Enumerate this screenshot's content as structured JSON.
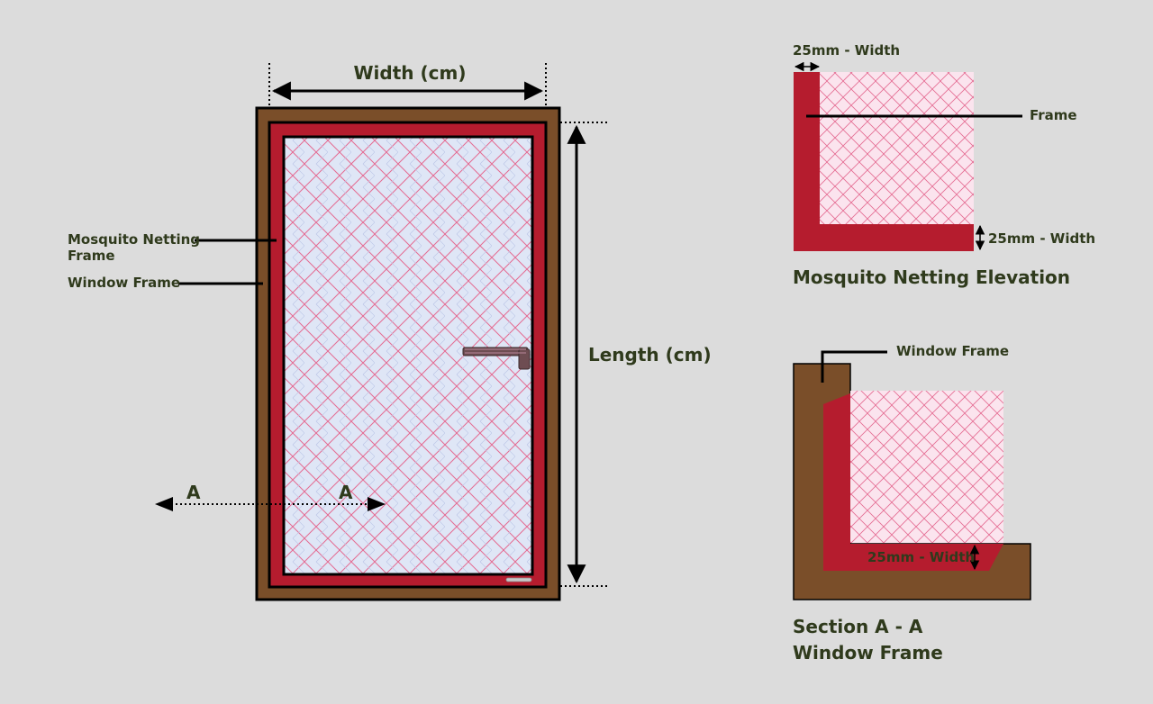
{
  "colors": {
    "background": "#dcdcdc",
    "window_frame": "#7a4e29",
    "netting_frame": "#b51c2e",
    "mesh_fill": "#dfe6f6",
    "mesh_fill_alt": "#fbe4ee",
    "mesh_lines": "#e56b92",
    "outline": "#000000",
    "label_text": "#2f3a1c"
  },
  "main_view": {
    "width_label": "Width (cm)",
    "length_label": "Length (cm)",
    "mosquito_netting_label_line1": "Mosquito Netting",
    "mosquito_netting_label_line2": "Frame",
    "window_frame_label": "Window Frame",
    "section_mark_left": "A",
    "section_mark_right": "A",
    "handle_icon": "window-handle-icon"
  },
  "elevation_detail": {
    "top_width_label": "25mm - Width",
    "frame_label": "Frame",
    "side_width_label": "25mm - Width",
    "title": "Mosquito Netting Elevation"
  },
  "section_detail": {
    "window_frame_label": "Window Frame",
    "width_label": "25mm - Width",
    "title_line1": "Section A - A",
    "title_line2": "Window Frame"
  }
}
